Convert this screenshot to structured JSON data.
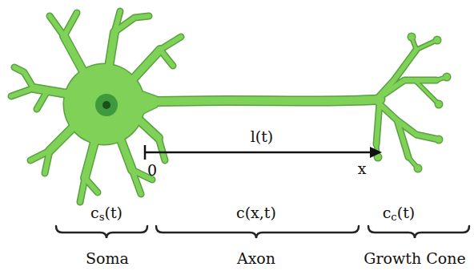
{
  "diagram": {
    "labels": [
      "l(t)",
      "0",
      "x",
      "cs(t)",
      "c(x,t)",
      "cc(t)",
      "Soma",
      "Axon",
      "Growth Cone"
    ]
  }
}
